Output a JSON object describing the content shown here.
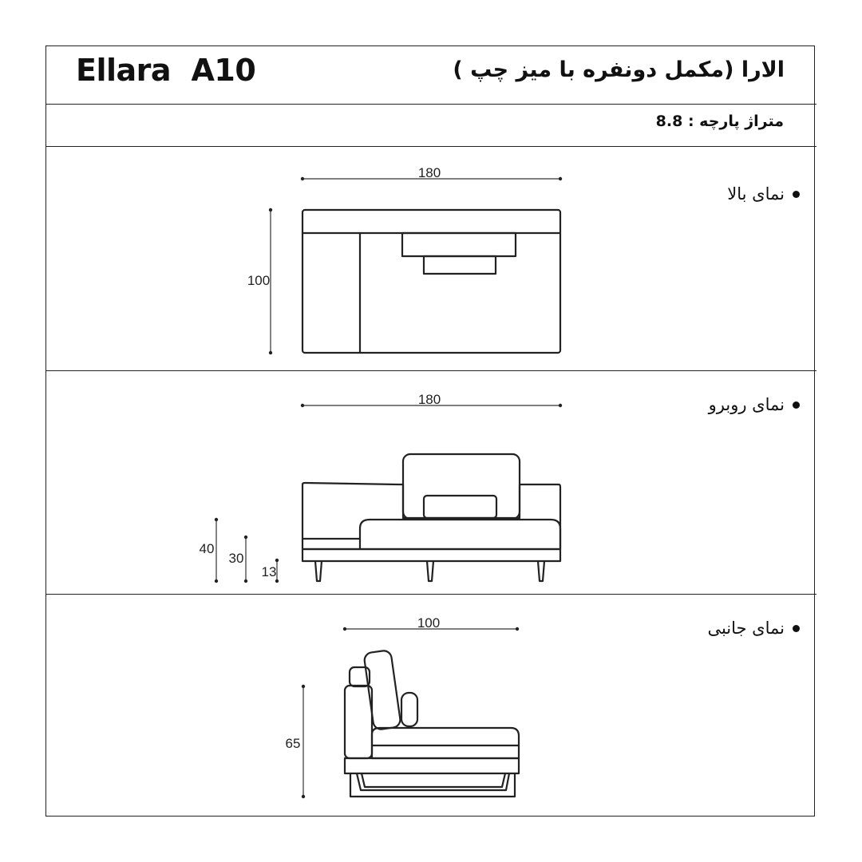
{
  "header": {
    "brand": "Ellara  A10",
    "title": "الارا (مکمل دونفره با میز چپ )",
    "fabric_meterage": "متراژ پارچه : 8.8"
  },
  "views": {
    "top": {
      "label": "نمای بالا",
      "width_dim": "180",
      "depth_dim": "100"
    },
    "front": {
      "label": "نمای روبرو",
      "width_dim": "180",
      "height_total": "40",
      "seat_height": "30",
      "leg_height": "13"
    },
    "side": {
      "label": "نمای جانبی",
      "depth_dim": "100",
      "height_dim": "65"
    }
  }
}
